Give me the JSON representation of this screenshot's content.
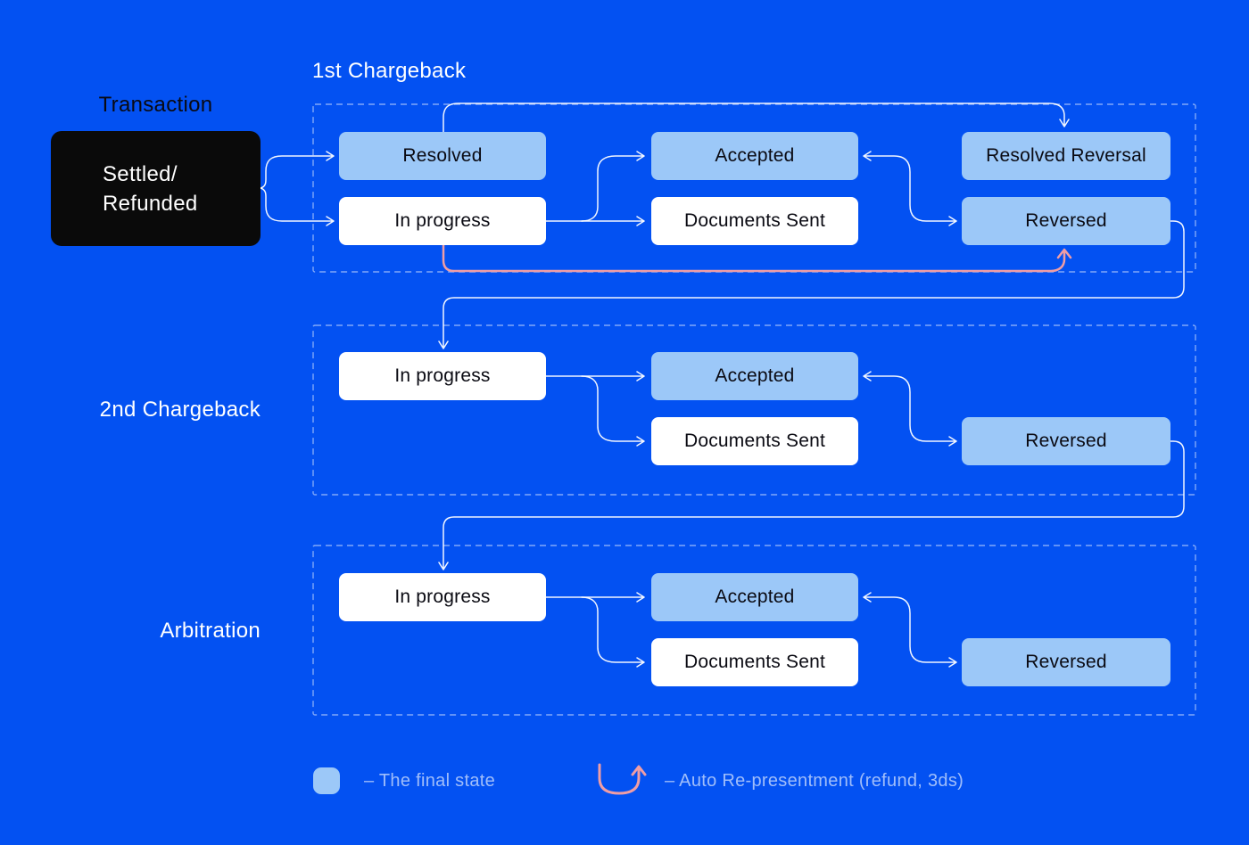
{
  "colors": {
    "background": "#0351F2",
    "final_state_fill": "#9CC8F8",
    "open_state_fill": "#FFFFFF",
    "transaction_fill": "#0A0A0A",
    "node_text": "#0A0A12",
    "arrow": "#FFFFFF",
    "auto_representment_pink": "#EF9DA5",
    "dashed_border": "rgba(255,255,255,0.5)",
    "section_label_text": "#FFFFFF",
    "transaction_label_text": "#0A0A12",
    "legend_text": "rgba(255,255,255,0.62)"
  },
  "headings": {
    "transaction": "Transaction",
    "first_chargeback": "1st Chargeback",
    "second_chargeback": "2nd Chargeback",
    "arbitration": "Arbitration"
  },
  "transaction_node": {
    "line1": "Settled/",
    "line2": "Refunded"
  },
  "first_chargeback": {
    "resolved": "Resolved",
    "in_progress": "In progress",
    "accepted": "Accepted",
    "documents_sent": "Documents Sent",
    "resolved_reversal": "Resolved Reversal",
    "reversed": "Reversed"
  },
  "second_chargeback": {
    "in_progress": "In progress",
    "accepted": "Accepted",
    "documents_sent": "Documents Sent",
    "reversed": "Reversed"
  },
  "arbitration": {
    "in_progress": "In progress",
    "accepted": "Accepted",
    "documents_sent": "Documents Sent",
    "reversed": "Reversed"
  },
  "legend": {
    "final_state": "– The final state",
    "auto_representment": "– Auto Re-presentment (refund, 3ds)"
  }
}
